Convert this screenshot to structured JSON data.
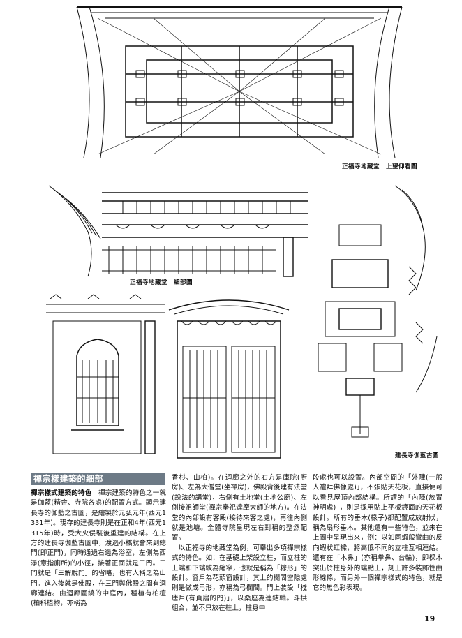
{
  "captions": {
    "ceiling": "正福寺地藏堂　上望仰看圖",
    "detail": "正福寺地藏堂　細部圖",
    "plan": "建長寺伽藍古圖"
  },
  "section_title": "禪宗樣建築的細部",
  "column1": {
    "lead": "禪宗樣式建築的特色",
    "body": "　禪宗建築的特色之一就是伽藍(精舍、寺院各處)的配置方式。顯示建長寺的伽藍之古圖，是繪製於元弘元年(西元1331年)。現存的建長寺則是在正和4年(西元1315年)時，受大火侵襲後重建的結構。在上方的建長寺伽藍古圖中，渡過小橋就會來到總門(即正門)，同時通過右邊為浴室，左側為西淨(意指廁所)的小徑，接著正面就是三門。三門就是「三解脫門」的省略，也有人稱之為山門。進入後就是佛殿，在三門與佛殿之間有迴廊連結。由迴廊圍繞的中庭內，種植有柏檀(柏科植物，亦稱為"
  },
  "column2": {
    "body": "香杉、山柏)。在迴廊之外的右方是庫院(廚房)、左為大僧堂(坐禪房)，佛殿背後建有法堂(說法的講堂)，右側有土地堂(土地公廟)、左側接祖師堂(禪宗奉祀達摩大師的地方)。在法堂的內部設有客殿(接待來客之處)，再往內側就是池塘。全體寺院呈現左右對稱的整然配置。",
    "body2": "　以正福寺的地藏堂為例，可舉出多項禪宗樣式的特色。如：在基礎上架設立柱，而立柱的上端和下端較為縮窄，也就是稱為「粽形」的設計。窗戶為花頭窗設計，其上的欄間空隙處則是做成弓形，亦稱為弓欄間。門上裝設「棧唐戶(有頁扇的門)」，以桑座為連結軸。斗拱組合，並不只放在柱上，柱身中"
  },
  "column3": {
    "body": "段處也可以設置。內部空間的「外陣(一般人禮拜佛像處)」，不張貼天花板，直接便可以看見屋頂內部結構。所謂的「內陣(放置神明處)」，則是採用貼上平板鏡面的天花板設計。所有的垂木(椽子)都配置成放射狀，稱為扇形垂木。其他還有一些特色，並未在上圖中呈現出來，例：以如同蝦般彎曲的反向蝦狀虹樑，將高低不同的立柱互相連結。還有在「木鼻」(亦稱拳鼻、台輪)，即樑木突出於柱身外的端點上，刻上許多裝飾性曲形線條，而另外一個禪宗樣式的特色，就是它的無色彩表現。"
  },
  "page_number": "19"
}
